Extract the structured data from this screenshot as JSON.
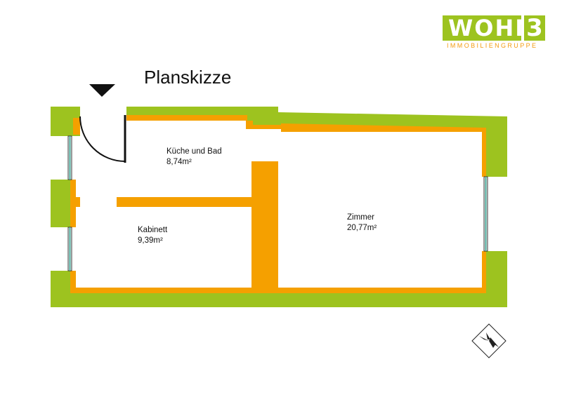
{
  "logo": {
    "word": "WOHN",
    "number": "3",
    "tagline": "IMMOBILIENGRUPPE"
  },
  "title": "Planskizze",
  "rooms": [
    {
      "name": "Küche und Bad",
      "area": "8,74m²"
    },
    {
      "name": "Kabinett",
      "area": "9,39m²"
    },
    {
      "name": "Zimmer",
      "area": "20,77m²"
    }
  ],
  "colors": {
    "wall_outer": "#9dc31f",
    "wall_inner": "#f5a000",
    "window": "#4aa89a",
    "text": "#111111"
  },
  "icons": {
    "entrance": "entrance-arrow-icon",
    "compass": "north-arrow-icon"
  }
}
